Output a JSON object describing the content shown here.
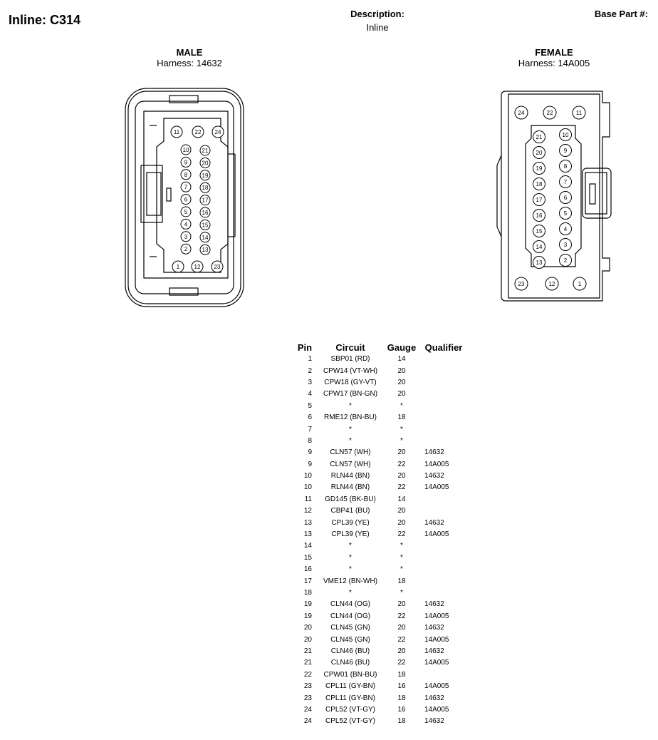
{
  "title": "Inline: C314",
  "description": {
    "label": "Description:",
    "value": "Inline"
  },
  "base_part": {
    "label": "Base Part #:"
  },
  "male": {
    "label": "MALE",
    "harness": "Harness: 14632"
  },
  "female": {
    "label": "FEMALE",
    "harness": "Harness: 14A005"
  },
  "table": {
    "headers": {
      "pin": "Pin",
      "circuit": "Circuit",
      "gauge": "Gauge",
      "qualifier": "Qualifier"
    },
    "rows": [
      {
        "pin": "1",
        "circuit": "SBP01 (RD)",
        "gauge": "14",
        "qualifier": ""
      },
      {
        "pin": "2",
        "circuit": "CPW14 (VT-WH)",
        "gauge": "20",
        "qualifier": ""
      },
      {
        "pin": "3",
        "circuit": "CPW18 (GY-VT)",
        "gauge": "20",
        "qualifier": ""
      },
      {
        "pin": "4",
        "circuit": "CPW17 (BN-GN)",
        "gauge": "20",
        "qualifier": ""
      },
      {
        "pin": "5",
        "circuit": "*",
        "gauge": "*",
        "qualifier": ""
      },
      {
        "pin": "6",
        "circuit": "RME12 (BN-BU)",
        "gauge": "18",
        "qualifier": ""
      },
      {
        "pin": "7",
        "circuit": "*",
        "gauge": "*",
        "qualifier": ""
      },
      {
        "pin": "8",
        "circuit": "*",
        "gauge": "*",
        "qualifier": ""
      },
      {
        "pin": "9",
        "circuit": "CLN57 (WH)",
        "gauge": "20",
        "qualifier": "14632"
      },
      {
        "pin": "9",
        "circuit": "CLN57 (WH)",
        "gauge": "22",
        "qualifier": "14A005"
      },
      {
        "pin": "10",
        "circuit": "RLN44 (BN)",
        "gauge": "20",
        "qualifier": "14632"
      },
      {
        "pin": "10",
        "circuit": "RLN44 (BN)",
        "gauge": "22",
        "qualifier": "14A005"
      },
      {
        "pin": "11",
        "circuit": "GD145 (BK-BU)",
        "gauge": "14",
        "qualifier": ""
      },
      {
        "pin": "12",
        "circuit": "CBP41 (BU)",
        "gauge": "20",
        "qualifier": ""
      },
      {
        "pin": "13",
        "circuit": "CPL39 (YE)",
        "gauge": "20",
        "qualifier": "14632"
      },
      {
        "pin": "13",
        "circuit": "CPL39 (YE)",
        "gauge": "22",
        "qualifier": "14A005"
      },
      {
        "pin": "14",
        "circuit": "*",
        "gauge": "*",
        "qualifier": ""
      },
      {
        "pin": "15",
        "circuit": "*",
        "gauge": "*",
        "qualifier": ""
      },
      {
        "pin": "16",
        "circuit": "*",
        "gauge": "*",
        "qualifier": ""
      },
      {
        "pin": "17",
        "circuit": "VME12 (BN-WH)",
        "gauge": "18",
        "qualifier": ""
      },
      {
        "pin": "18",
        "circuit": "*",
        "gauge": "*",
        "qualifier": ""
      },
      {
        "pin": "19",
        "circuit": "CLN44 (OG)",
        "gauge": "20",
        "qualifier": "14632"
      },
      {
        "pin": "19",
        "circuit": "CLN44 (OG)",
        "gauge": "22",
        "qualifier": "14A005"
      },
      {
        "pin": "20",
        "circuit": "CLN45 (GN)",
        "gauge": "20",
        "qualifier": "14632"
      },
      {
        "pin": "20",
        "circuit": "CLN45 (GN)",
        "gauge": "22",
        "qualifier": "14A005"
      },
      {
        "pin": "21",
        "circuit": "CLN46 (BU)",
        "gauge": "20",
        "qualifier": "14632"
      },
      {
        "pin": "21",
        "circuit": "CLN46 (BU)",
        "gauge": "22",
        "qualifier": "14A005"
      },
      {
        "pin": "22",
        "circuit": "CPW01 (BN-BU)",
        "gauge": "18",
        "qualifier": ""
      },
      {
        "pin": "23",
        "circuit": "CPL11 (GY-BN)",
        "gauge": "16",
        "qualifier": "14A005"
      },
      {
        "pin": "23",
        "circuit": "CPL11 (GY-BN)",
        "gauge": "18",
        "qualifier": "14632"
      },
      {
        "pin": "24",
        "circuit": "CPL52 (VT-GY)",
        "gauge": "16",
        "qualifier": "14A005"
      },
      {
        "pin": "24",
        "circuit": "CPL52 (VT-GY)",
        "gauge": "18",
        "qualifier": "14632"
      }
    ]
  },
  "male_pins": {
    "top": [
      "11",
      "22",
      "24"
    ],
    "left_col": [
      "10",
      "9",
      "8",
      "7",
      "6",
      "5",
      "4",
      "3",
      "2"
    ],
    "right_col": [
      "21",
      "20",
      "19",
      "18",
      "17",
      "16",
      "15",
      "14",
      "13"
    ],
    "bottom": [
      "1",
      "12",
      "23"
    ]
  },
  "female_pins": {
    "top": [
      "24",
      "22",
      "11"
    ],
    "left_col": [
      "21",
      "20",
      "19",
      "18",
      "17",
      "16",
      "15",
      "14",
      "13"
    ],
    "right_col": [
      "10",
      "9",
      "8",
      "7",
      "6",
      "5",
      "4",
      "3",
      "2"
    ],
    "bottom": [
      "23",
      "12",
      "1"
    ]
  }
}
